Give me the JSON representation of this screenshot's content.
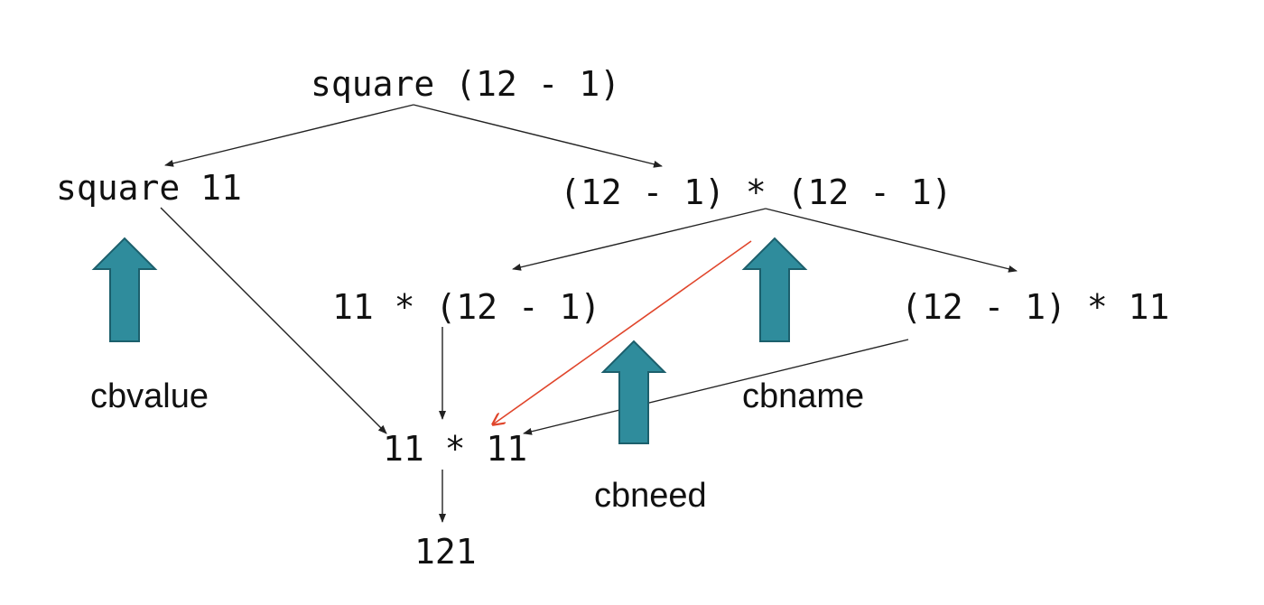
{
  "nodes": {
    "root": "square (12 - 1)",
    "square_11": "square 11",
    "multiplied": "(12 - 1) * (12 - 1)",
    "left_reduced": "11 * (12 - 1)",
    "right_reduced": "(12 - 1) * 11",
    "product": "11 * 11",
    "result": "121"
  },
  "labels": {
    "cbvalue": "cbvalue",
    "cbname": "cbname",
    "cbneed": "cbneed"
  },
  "colors": {
    "edge": "#222222",
    "highlight_edge": "#e0452b",
    "marker_fill": "#2f8c9c",
    "marker_stroke": "#1c5f6c"
  },
  "icons": {
    "marker": "up-arrow-icon"
  }
}
